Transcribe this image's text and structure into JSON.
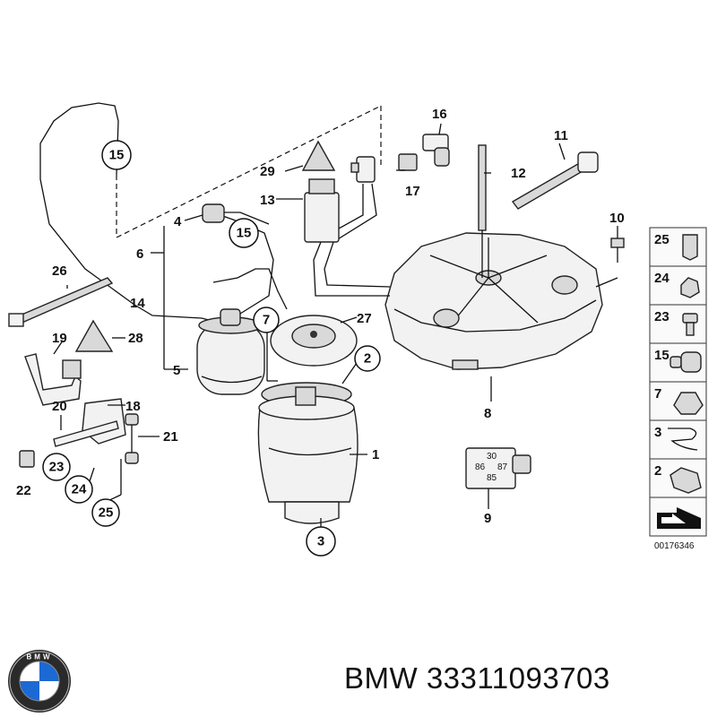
{
  "callouts": {
    "c1": "1",
    "c2": "2",
    "c3": "3",
    "c4": "4",
    "c5": "5",
    "c6": "6",
    "c7": "7",
    "c8": "8",
    "c9": "9",
    "c10": "10",
    "c11": "11",
    "c12": "12",
    "c13": "13",
    "c14": "14",
    "c15a": "15",
    "c15b": "15",
    "c16": "16",
    "c17": "17",
    "c18": "18",
    "c19": "19",
    "c20": "20",
    "c21": "21",
    "c22": "22",
    "c23": "23",
    "c24": "24",
    "c25": "25",
    "c26": "26",
    "c27": "27",
    "c28": "28",
    "c29": "29"
  },
  "legend": {
    "items": [
      "25",
      "24",
      "23",
      "15",
      "7",
      "3",
      "2"
    ]
  },
  "relay_marks": {
    "a": "30",
    "b": "87",
    "c": "86",
    "d": "85"
  },
  "diagram_number": "00176346",
  "caption": "BMW 33311093703",
  "logo": {
    "text": "BMW",
    "blue": "#1c69d4"
  }
}
